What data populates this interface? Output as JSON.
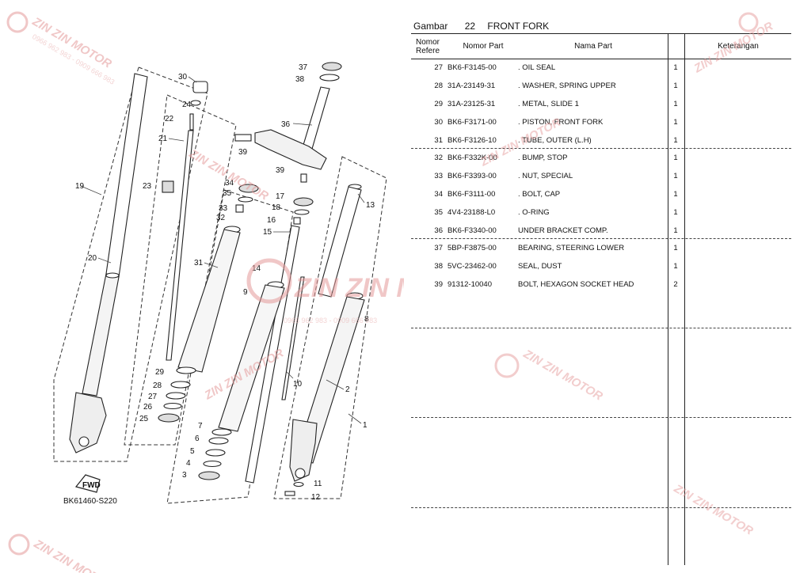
{
  "diagram": {
    "drawing_code": "BK61460-S220",
    "fwd_label": "FWD",
    "callouts": [
      "1",
      "2",
      "3",
      "4",
      "5",
      "6",
      "7",
      "8",
      "9",
      "10",
      "11",
      "12",
      "13",
      "14",
      "15",
      "16",
      "17",
      "18",
      "19",
      "20",
      "21",
      "22",
      "23",
      "24",
      "25",
      "26",
      "27",
      "28",
      "29",
      "30",
      "31",
      "32",
      "33",
      "34",
      "35",
      "36",
      "37",
      "38",
      "39",
      "39"
    ]
  },
  "watermark": {
    "brand": "ZIN ZIN MOTOR",
    "phones": "0966 962 983 - 0909 666 983",
    "color": "#e49a9a"
  },
  "table": {
    "gambar_label": "Gambar",
    "gambar_number": "22",
    "gambar_title": "FRONT FORK",
    "headers": {
      "ref": "Nomor Refere",
      "part_no": "Nomor Part",
      "name": "Nama Part",
      "note": "Keterangan"
    },
    "rows": [
      {
        "ref": "27",
        "part_no": "BK6-F3145-00",
        "name": ". OIL SEAL",
        "qty": "1"
      },
      {
        "ref": "28",
        "part_no": "31A-23149-31",
        "name": ". WASHER, SPRING UPPER",
        "qty": "1"
      },
      {
        "ref": "29",
        "part_no": "31A-23125-31",
        "name": ". METAL, SLIDE 1",
        "qty": "1"
      },
      {
        "ref": "30",
        "part_no": "BK6-F3171-00",
        "name": ". PISTON, FRONT FORK",
        "qty": "1"
      },
      {
        "ref": "31",
        "part_no": "BK6-F3126-10",
        "name": ". TUBE, OUTER (L.H)",
        "qty": "1"
      },
      {
        "ref": "32",
        "part_no": "BK6-F332K-00",
        "name": ". BUMP, STOP",
        "qty": "1"
      },
      {
        "ref": "33",
        "part_no": "BK6-F3393-00",
        "name": ". NUT, SPECIAL",
        "qty": "1"
      },
      {
        "ref": "34",
        "part_no": "BK6-F3111-00",
        "name": ". BOLT, CAP",
        "qty": "1"
      },
      {
        "ref": "35",
        "part_no": "4V4-23188-L0",
        "name": ". O-RING",
        "qty": "1"
      },
      {
        "ref": "36",
        "part_no": "BK6-F3340-00",
        "name": "UNDER BRACKET COMP.",
        "qty": "1"
      },
      {
        "ref": "37",
        "part_no": "5BP-F3875-00",
        "name": "BEARING, STEERING LOWER",
        "qty": "1"
      },
      {
        "ref": "38",
        "part_no": "5VC-23462-00",
        "name": "SEAL, DUST",
        "qty": "1"
      },
      {
        "ref": "39",
        "part_no": "91312-10040",
        "name": "BOLT, HEXAGON SOCKET HEAD",
        "qty": "2"
      }
    ]
  }
}
